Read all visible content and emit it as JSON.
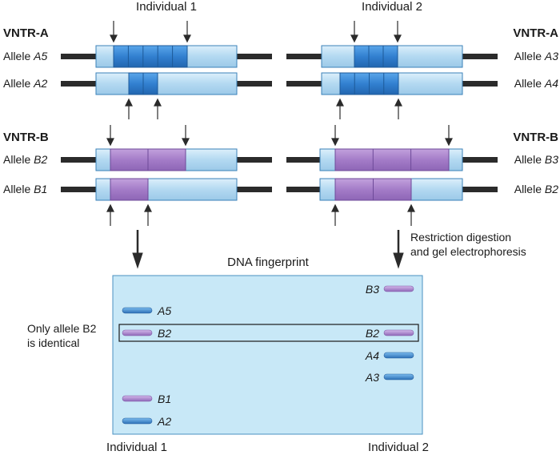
{
  "individuals": {
    "left": "Individual 1",
    "right": "Individual 2"
  },
  "vntr_a": {
    "label": "VNTR-A",
    "individual1": [
      {
        "prefix": "Allele ",
        "name": "A5",
        "repeats": 5
      },
      {
        "prefix": "Allele ",
        "name": "A2",
        "repeats": 2
      }
    ],
    "individual2": [
      {
        "prefix": "Allele ",
        "name": "A3",
        "repeats": 3
      },
      {
        "prefix": "Allele ",
        "name": "A4",
        "repeats": 4
      }
    ]
  },
  "vntr_b": {
    "label": "VNTR-B",
    "individual1": [
      {
        "prefix": "Allele ",
        "name": "B2",
        "repeats": 2
      },
      {
        "prefix": "Allele ",
        "name": "B1",
        "repeats": 1
      }
    ],
    "individual2": [
      {
        "prefix": "Allele ",
        "name": "B3",
        "repeats": 3
      },
      {
        "prefix": "Allele ",
        "name": "B2",
        "repeats": 2
      }
    ]
  },
  "process_label": [
    "Restriction digestion",
    "and gel electrophoresis"
  ],
  "gel": {
    "title": "DNA fingerprint",
    "individual1_bands": [
      "A5",
      "B2",
      "B1",
      "A2"
    ],
    "individual2_bands": [
      "B3",
      "B2",
      "A4",
      "A3"
    ],
    "highlight_note": [
      "Only allele B2",
      "is identical"
    ],
    "bottom_labels": [
      "Individual 1",
      "Individual 2"
    ]
  },
  "colors": {
    "repeat_a": "#3a86d4",
    "repeat_b": "#9a6cc0",
    "region": "#b9dcf2",
    "gel": "#c8e8f7",
    "dna": "#2b2b2b"
  }
}
